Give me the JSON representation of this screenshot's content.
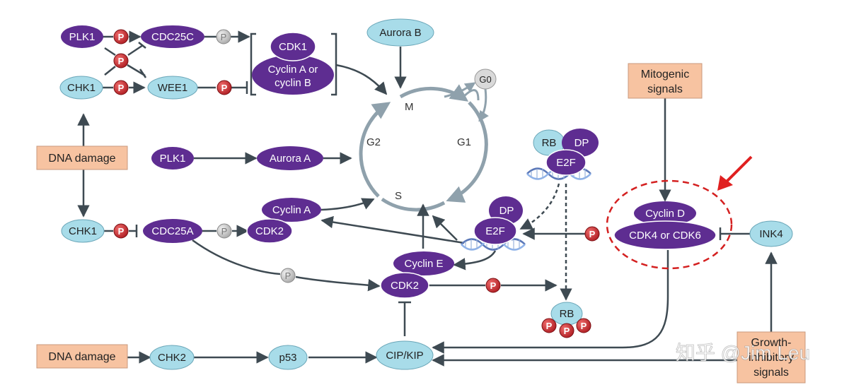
{
  "colors": {
    "purple": "#5e2d91",
    "light_blue": "#a8dce9",
    "orange_box": "#f7c3a1",
    "phospho_red": "#c0272d",
    "phospho_grey": "#bfbfbf",
    "arrow": "#3e4a52",
    "cycle": "#8fa1ac",
    "highlight": "#d42020"
  },
  "nodes": {
    "plk1_top": "PLK1",
    "cdc25c": "CDC25C",
    "chk1_top": "CHK1",
    "wee1": "WEE1",
    "cdk1": "CDK1",
    "cyclin_ab_1": "Cyclin A or",
    "cyclin_ab_2": "cyclin B",
    "aurora_b": "Aurora B",
    "g0": "G0",
    "dna_damage_top": "DNA damage",
    "plk1_mid": "PLK1",
    "aurora_a": "Aurora A",
    "mitogenic_1": "Mitogenic",
    "mitogenic_2": "signals",
    "rb_top": "RB",
    "dp_top": "DP",
    "e2f_top": "E2F",
    "chk1_bottom": "CHK1",
    "cdc25a": "CDC25A",
    "cyclin_a": "Cyclin A",
    "cdk2_top": "CDK2",
    "dp_mid": "DP",
    "e2f_mid": "E2F",
    "cyclin_d": "Cyclin D",
    "cdk46": "CDK4 or CDK6",
    "ink4": "INK4",
    "cyclin_e": "Cyclin E",
    "cdk2_bottom": "CDK2",
    "rb_bottom": "RB",
    "dna_damage_bottom": "DNA damage",
    "chk2": "CHK2",
    "p53": "p53",
    "cip_kip": "CIP/KIP",
    "growth_1": "Growth-",
    "growth_2": "inhibitory",
    "growth_3": "signals"
  },
  "phases": {
    "m": "M",
    "g1": "G1",
    "g2": "G2",
    "s": "S"
  },
  "phospho_label": "P",
  "watermark": "知乎 @Jim Leu"
}
